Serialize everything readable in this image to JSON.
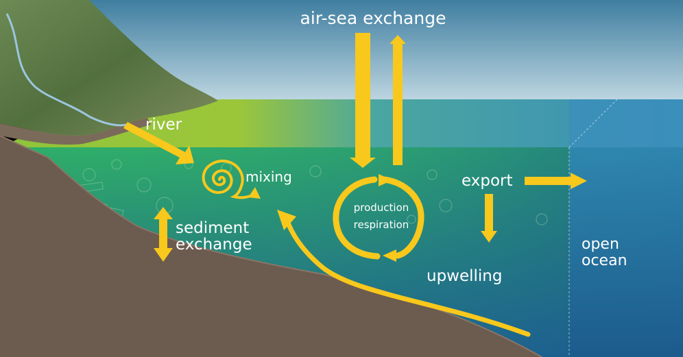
{
  "labels": {
    "air_sea_exchange": "air-sea exchange",
    "river": "river",
    "mixing": "mixing",
    "sediment_line1": "sediment",
    "sediment_line2": "exchange",
    "production": "production",
    "respiration": "respiration",
    "export": "export",
    "upwelling": "upwelling",
    "open_ocean_line1": "open",
    "open_ocean_line2": "ocean"
  },
  "colors": {
    "arrow": "#f8c81c",
    "sky_top": "#3f7ea0",
    "sky_bottom": "#b9d3df",
    "water_surface": "#3c92b8",
    "water_green": "#2fa060",
    "water_deep": "#1e5f8e",
    "sediment": "#6a5a4e",
    "land": "#5c7a48"
  }
}
